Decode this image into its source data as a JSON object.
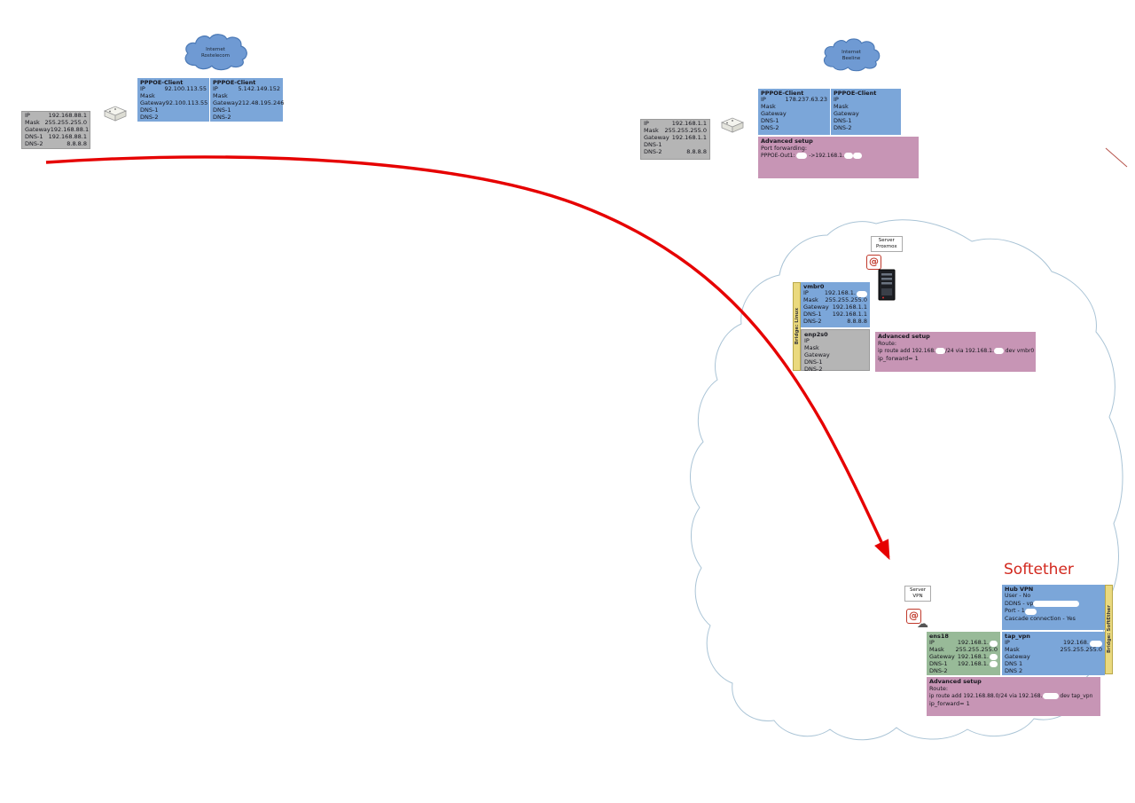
{
  "page": {
    "softether_title": "Softether"
  },
  "colors": {
    "box_blue": "#7ba6d9",
    "box_gray": "#b5b5b5",
    "box_pink": "#c795b5",
    "box_green": "#98ba98",
    "bridge_yellow": "#ead97e",
    "cloud_blue": "#6f9ad3",
    "arrow_red": "#e60000",
    "softether_red": "#d2281e"
  },
  "clouds": {
    "rostelecom": {
      "line1": "Internet",
      "line2": "Rostelecom"
    },
    "beeline": {
      "line1": "Internet",
      "line2": "Beeline"
    }
  },
  "labels": {
    "server_proxmox_line1": "Server",
    "server_proxmox_line2": "Proxmox",
    "server_vpn_line1": "Server",
    "server_vpn_line2": "VPN",
    "bridge_linux": "Bridge: Linux",
    "bridge_softether": "Bridge: SoftEther"
  },
  "boxes": {
    "rostelecom_lan": {
      "rows": [
        {
          "label": "IP",
          "value": "192.168.88.1"
        },
        {
          "label": "Mask",
          "value": "255.255.255.0"
        },
        {
          "label": "Gateway",
          "value": "192.168.88.1"
        },
        {
          "label": "DNS-1",
          "value": "192.168.88.1"
        },
        {
          "label": "DNS-2",
          "value": "8.8.8.8"
        }
      ]
    },
    "rostelecom_pppoe1": {
      "title": "PPPOE-Client",
      "rows": [
        {
          "label": "IP",
          "value": "92.100.113.55"
        },
        {
          "label": "Mask",
          "value": ""
        },
        {
          "label": "Gateway",
          "value": "92.100.113.55"
        },
        {
          "label": "DNS-1",
          "value": ""
        },
        {
          "label": "DNS-2",
          "value": ""
        }
      ]
    },
    "rostelecom_pppoe2": {
      "title": "PPPOE-Client",
      "rows": [
        {
          "label": "IP",
          "value": "5.142.149.152"
        },
        {
          "label": "Mask",
          "value": ""
        },
        {
          "label": "Gateway",
          "value": "212.48.195.246"
        },
        {
          "label": "DNS-1",
          "value": ""
        },
        {
          "label": "DNS-2",
          "value": ""
        }
      ]
    },
    "beeline_lan": {
      "rows": [
        {
          "label": "IP",
          "value": "192.168.1.1"
        },
        {
          "label": "Mask",
          "value": "255.255.255.0"
        },
        {
          "label": "Gateway",
          "value": "192.168.1.1"
        },
        {
          "label": "DNS-1",
          "value": ""
        },
        {
          "label": "DNS-2",
          "value": "8.8.8.8"
        }
      ]
    },
    "beeline_pppoe1": {
      "title": "PPPOE-Client",
      "rows": [
        {
          "label": "IP",
          "value": "178.237.63.23"
        },
        {
          "label": "Mask",
          "value": ""
        },
        {
          "label": "Gateway",
          "value": ""
        },
        {
          "label": "DNS-1",
          "value": ""
        },
        {
          "label": "DNS-2",
          "value": ""
        }
      ]
    },
    "beeline_pppoe2": {
      "title": "PPPOE-Client",
      "rows": [
        {
          "label": "IP",
          "value": ""
        },
        {
          "label": "Mask",
          "value": ""
        },
        {
          "label": "Gateway",
          "value": ""
        },
        {
          "label": "DNS-1",
          "value": ""
        },
        {
          "label": "DNS-2",
          "value": ""
        }
      ]
    },
    "beeline_advanced": {
      "title": "Advanced setup",
      "subtitle": "Port forwarding:",
      "line": [
        {
          "t": "PPPOE-Out1: "
        },
        {
          "r": true,
          "w": 12
        },
        {
          "t": " ->192.168.1."
        },
        {
          "r": true,
          "w": 10
        },
        {
          "r": true,
          "w": 10
        }
      ]
    },
    "vmbr0": {
      "title": "vmbr0",
      "rows": [
        {
          "label": "IP",
          "value": "192.168.1.",
          "redact": true,
          "w": 12
        },
        {
          "label": "Mask",
          "value": "255.255.255.0"
        },
        {
          "label": "Gateway",
          "value": "192.168.1.1"
        },
        {
          "label": "DNS-1",
          "value": "192.168.1.1"
        },
        {
          "label": "DNS-2",
          "value": "8.8.8.8"
        }
      ]
    },
    "enp2s0": {
      "title": "enp2s0",
      "rows": [
        {
          "label": "IP",
          "value": ""
        },
        {
          "label": "Mask",
          "value": ""
        },
        {
          "label": "Gateway",
          "value": ""
        },
        {
          "label": "DNS-1",
          "value": ""
        },
        {
          "label": "DNS-2",
          "value": ""
        }
      ]
    },
    "proxmox_advanced": {
      "title": "Advanced setup",
      "subtitle": "Route:",
      "line": [
        {
          "t": "ip route add 192.168."
        },
        {
          "r": true,
          "w": 11
        },
        {
          "t": "/24 via 192.168.1."
        },
        {
          "r": true,
          "w": 11
        },
        {
          "t": " dev vmbr0"
        }
      ],
      "footer": "ip_forward= 1"
    },
    "hub_vpn": {
      "title": "Hub VPN",
      "lines": [
        [
          {
            "t": "User - No"
          }
        ],
        [
          {
            "t": "DDNS - vp"
          },
          {
            "r": true,
            "w": 52
          }
        ],
        [
          {
            "t": "Port - 1"
          },
          {
            "r": true,
            "w": 13
          }
        ],
        [
          {
            "t": "Cascade connection - Yes"
          }
        ]
      ]
    },
    "ens18": {
      "title": "ens18",
      "rows": [
        {
          "label": "IP",
          "value": "192.168.1.",
          "redact": true,
          "w": 9
        },
        {
          "label": "Mask",
          "value": "255.255.255.0"
        },
        {
          "label": "Gateway",
          "value": "192.168.1.",
          "redact": true,
          "w": 9
        },
        {
          "label": "DNS-1",
          "value": "192.168.1.",
          "redact": true,
          "w": 9
        },
        {
          "label": "DNS-2",
          "value": ""
        }
      ]
    },
    "tap_vpn": {
      "title": "tap_vpn",
      "rows": [
        {
          "label": "IP",
          "value": "192.168.",
          "redact": true,
          "w": 14
        },
        {
          "label": "Mask",
          "value": "255.255.255.0"
        },
        {
          "label": "Gateway",
          "value": ""
        },
        {
          "label": "DNS 1",
          "value": ""
        },
        {
          "label": "DNS 2",
          "value": ""
        }
      ]
    },
    "softether_advanced": {
      "title": "Advanced setup",
      "subtitle": "Route:",
      "line": [
        {
          "t": "ip route add 192.168.88.0/24 via 192.168."
        },
        {
          "r": true,
          "w": 18
        },
        {
          "t": " dev tap_vpn"
        }
      ],
      "footer": "ip_forward= 1"
    }
  }
}
